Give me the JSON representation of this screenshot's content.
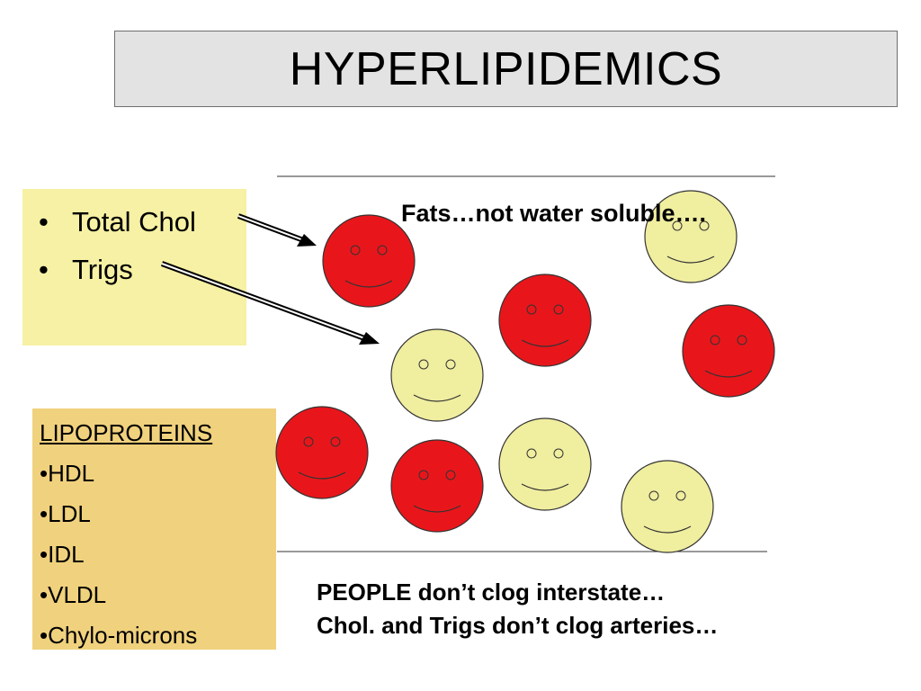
{
  "title": "HYPERLIPIDEMICS",
  "bullets": [
    {
      "marker": "•",
      "text": "Total Chol"
    },
    {
      "marker": "•",
      "text": "Trigs"
    }
  ],
  "lipoproteins": {
    "heading": "LIPOPROTEINS",
    "items": [
      "•HDL",
      "•LDL",
      "•IDL",
      "•VLDL",
      "•Chylo-microns"
    ]
  },
  "fats_note": "Fats…not water soluble….",
  "people_note": {
    "line1": "PEOPLE don’t clog interstate…",
    "line2": "Chol. and Trigs don’t clog arteries…"
  },
  "colors": {
    "red_face": "#e8161b",
    "yellow_face": "#f0ee9f",
    "title_bg": "#e3e3e3",
    "bullet_box": "#f6f1a4",
    "lipo_box": "#f0d17d"
  }
}
